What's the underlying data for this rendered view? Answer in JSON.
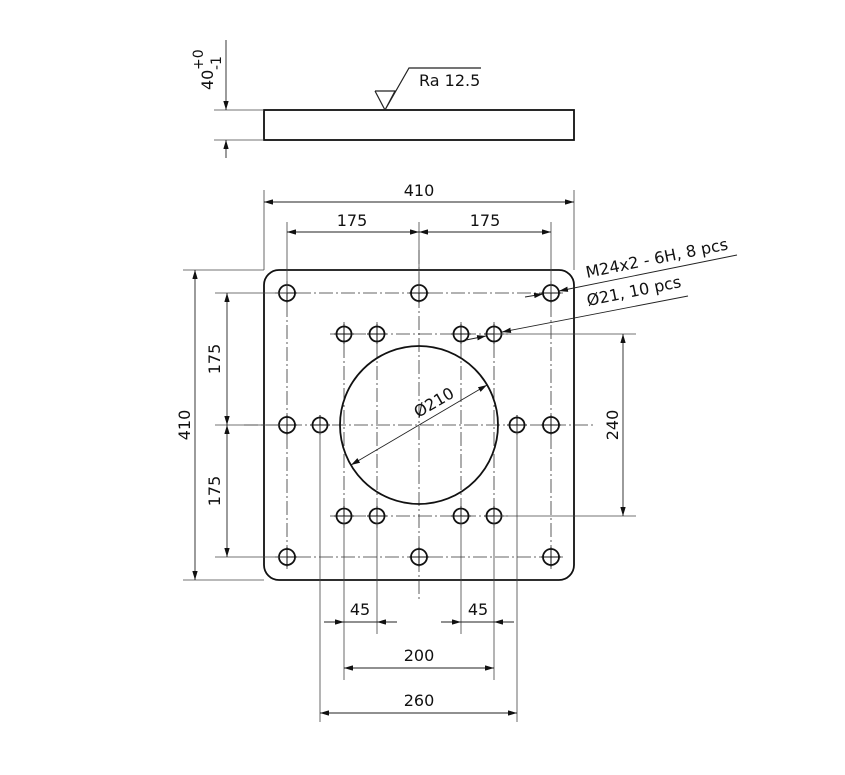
{
  "drawing": {
    "type": "technical-drawing",
    "part": "square flange plate",
    "side_view": {
      "thickness_label": "40",
      "tolerance_upper": "+0",
      "tolerance_lower": "-1",
      "surface_finish": "Ra 12.5"
    },
    "top_view": {
      "overall_width": "410",
      "overall_height": "410",
      "half_spacing_top_left": "175",
      "half_spacing_top_right": "175",
      "half_spacing_left_upper": "175",
      "half_spacing_left_lower": "175",
      "bore_diameter": "Ø210",
      "inner_hole_row_spacing": "240",
      "bottom_dim_left_45": "45",
      "bottom_dim_right_45": "45",
      "bottom_dim_200": "200",
      "bottom_dim_260": "260"
    },
    "callouts": {
      "thread_note": "M24x2 - 6H, 8 pcs",
      "hole_note": "Ø21, 10 pcs"
    },
    "colors": {
      "line": "#111111",
      "background": "#ffffff"
    }
  }
}
